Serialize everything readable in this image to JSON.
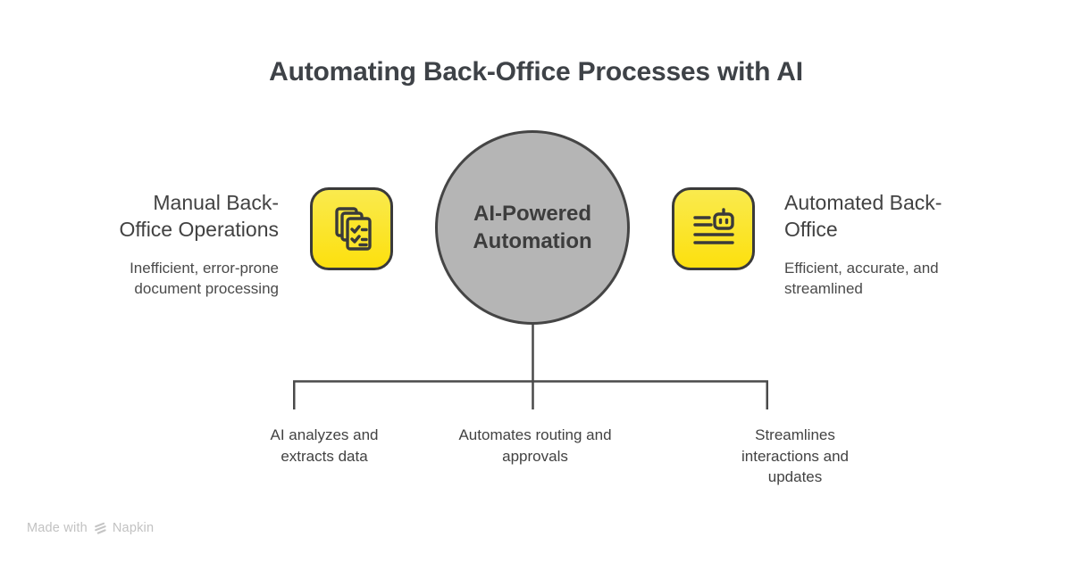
{
  "title": "Automating Back-Office Processes with AI",
  "center_node": {
    "label_line1": "AI-Powered",
    "label_line2": "Automation"
  },
  "left_item": {
    "icon": "checklist-documents-icon",
    "heading_line1": "Manual Back-",
    "heading_line2": "Office Operations",
    "desc_line1": "Inefficient, error-prone",
    "desc_line2": "document processing"
  },
  "right_item": {
    "icon": "robot-document-icon",
    "heading_line1": "Automated Back-",
    "heading_line2": "Office",
    "desc_line1": "Efficient, accurate, and",
    "desc_line2": "streamlined"
  },
  "branches": [
    {
      "lines": [
        "AI analyzes and",
        "extracts data"
      ]
    },
    {
      "lines": [
        "Automates routing and",
        "approvals"
      ]
    },
    {
      "lines": [
        "Streamlines",
        "interactions and",
        "updates"
      ]
    }
  ],
  "watermark": {
    "prefix": "Made with",
    "brand": "Napkin",
    "icon": "napkin-logo-icon"
  },
  "colors": {
    "ink": "#424242",
    "title_ink": "#3e4247",
    "line": "#4a4a4a",
    "circle_fill": "#b5b5b5",
    "circle_stroke": "#454545",
    "yellow_top": "#faea4e",
    "yellow_bottom": "#fce00e",
    "icon_stroke": "#3a3a3a",
    "watermark": "#c2c2c2",
    "bg": "#ffffff"
  }
}
